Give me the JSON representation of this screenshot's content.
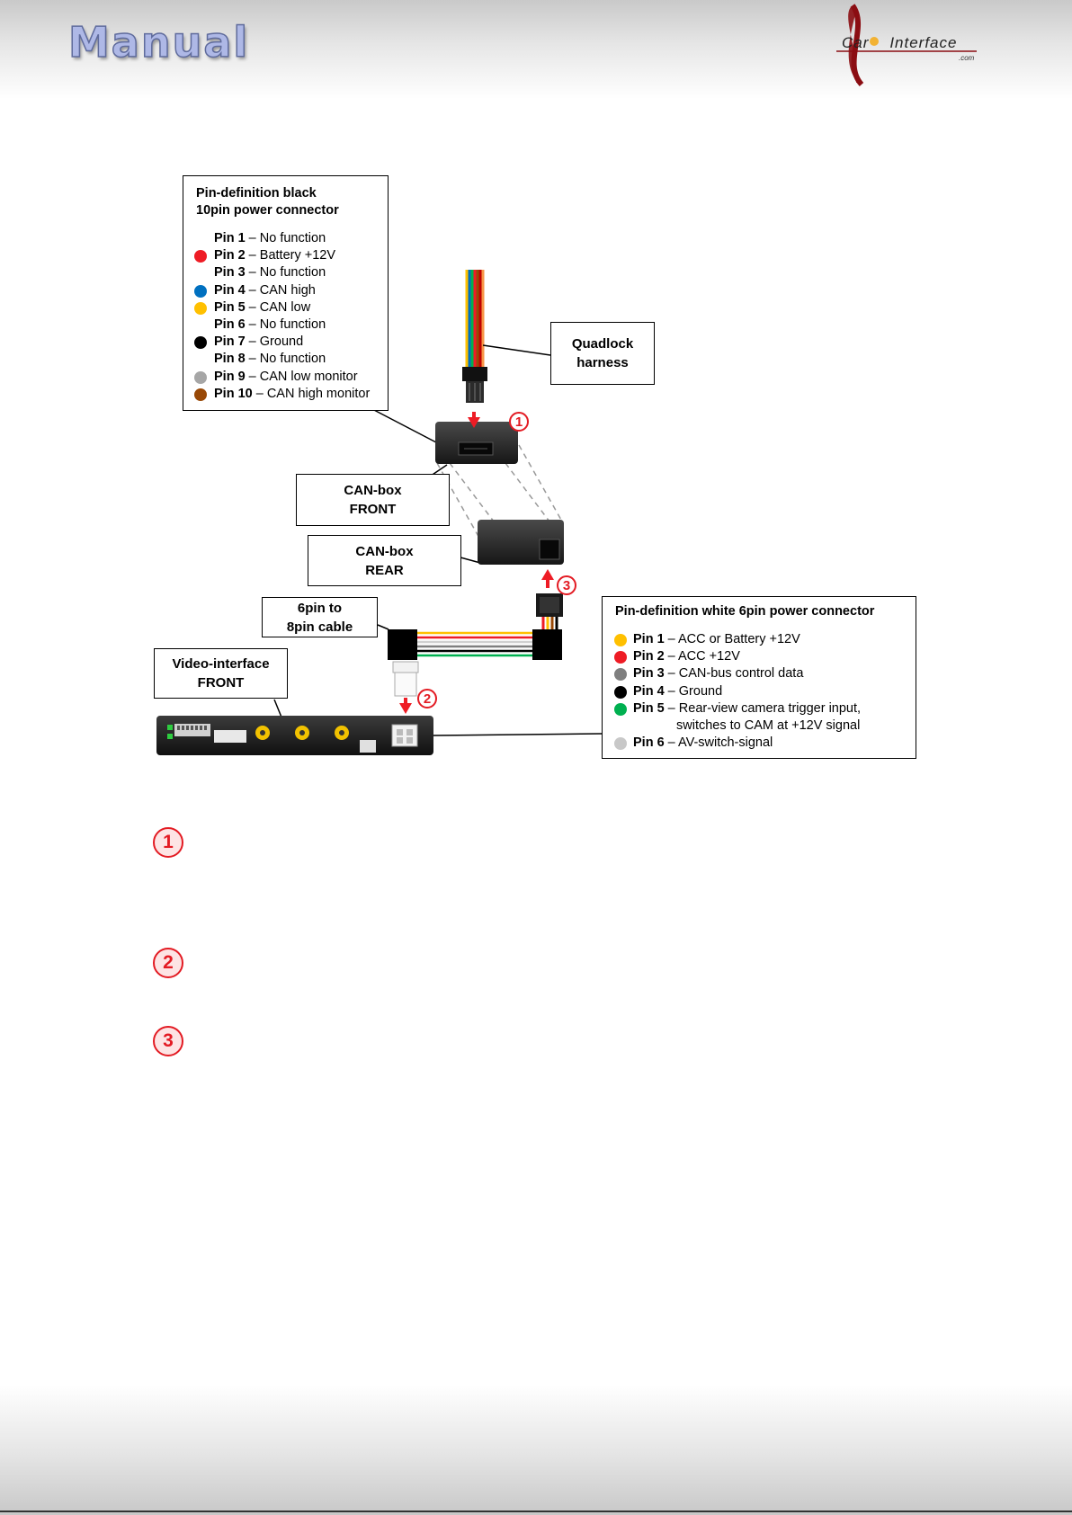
{
  "header": {
    "title": "Manual",
    "logo_text_left": "Car",
    "logo_text_right": "Interface",
    "logo_suffix": ".com"
  },
  "black_connector": {
    "title_line1": "Pin-definition black",
    "title_line2": "10pin power connector",
    "pins": [
      {
        "label": "Pin 1",
        "desc": " – No function",
        "color": null
      },
      {
        "label": "Pin 2",
        "desc": " – Battery +12V",
        "color": "#ee1c25"
      },
      {
        "label": "Pin 3",
        "desc": " – No function",
        "color": null
      },
      {
        "label": "Pin 4",
        "desc": " – CAN high",
        "color": "#0070c0"
      },
      {
        "label": "Pin 5",
        "desc": " – CAN low",
        "color": "#ffc000"
      },
      {
        "label": "Pin 6",
        "desc": " – No function",
        "color": null
      },
      {
        "label": "Pin 7",
        "desc": " – Ground",
        "color": "#000000"
      },
      {
        "label": "Pin 8",
        "desc": " – No function",
        "color": null
      },
      {
        "label": "Pin 9",
        "desc": " – CAN low monitor",
        "color": "#a6a6a6"
      },
      {
        "label": "Pin 10",
        "desc": " – CAN high monitor",
        "color": "#984806"
      }
    ]
  },
  "white_connector": {
    "title": "Pin-definition white 6pin power connector",
    "pins": [
      {
        "label": "Pin 1",
        "desc": " – ACC or Battery +12V",
        "color": "#ffc000"
      },
      {
        "label": "Pin 2",
        "desc": " – ACC +12V",
        "color": "#ee1c25"
      },
      {
        "label": "Pin 3",
        "desc": " – CAN-bus control data",
        "color": "#7f7f7f"
      },
      {
        "label": "Pin 4",
        "desc": " – Ground",
        "color": "#000000"
      },
      {
        "label": "Pin 5",
        "desc": " – Rear-view camera trigger input,",
        "color": "#00b050"
      },
      {
        "label": "",
        "desc": "switches to CAM at +12V signal",
        "color": null
      },
      {
        "label": "Pin 6",
        "desc": " – AV-switch-signal",
        "color": "#c8c8c8"
      }
    ]
  },
  "labels": {
    "quadlock_line1": "Quadlock",
    "quadlock_line2": "harness",
    "canbox_front_line1": "CAN-box",
    "canbox_front_line2": "FRONT",
    "canbox_rear_line1": "CAN-box",
    "canbox_rear_line2": "REAR",
    "cable_line1": "6pin to",
    "cable_line2": "8pin cable",
    "video_line1": "Video-interface",
    "video_line2": "FRONT"
  },
  "steps": [
    "1",
    "2",
    "3"
  ]
}
